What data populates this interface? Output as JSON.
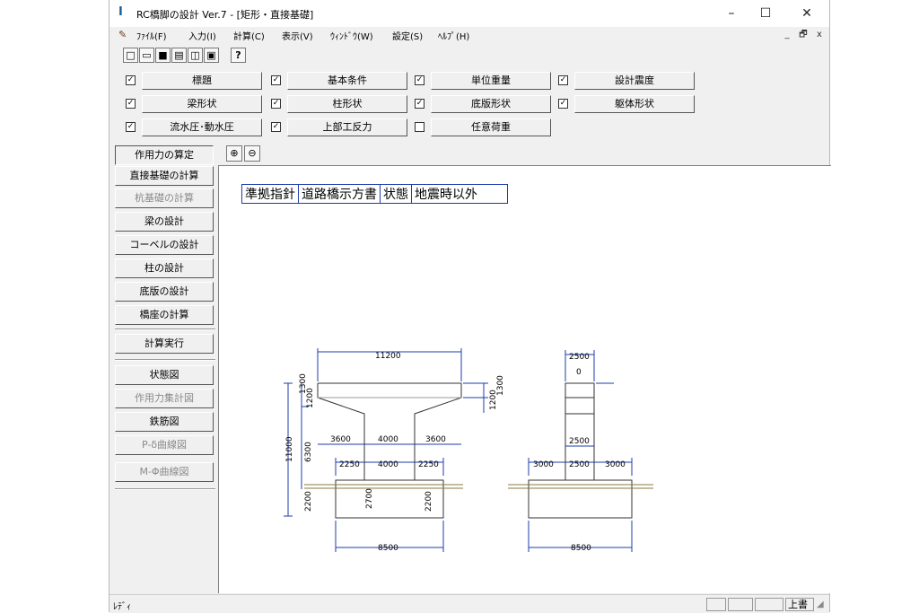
{
  "window": {
    "title": "RC橋脚の設計 Ver.7 - [矩形・直接基礎]",
    "minimize": "–",
    "maximize": "☐",
    "close": "✕"
  },
  "menu": {
    "items": [
      "ﾌｧｲﾙ(F)",
      "入力(I)",
      "計算(C)",
      "表示(V)",
      "ｳｨﾝﾄﾞｳ(W)",
      "設定(S)",
      "ﾍﾙﾌﾟ(H)"
    ],
    "mdi_min": "_",
    "mdi_restore": "🗗",
    "mdi_close": "x"
  },
  "toolbar": {
    "help": "?"
  },
  "grid": {
    "rows": [
      [
        {
          "label": "標題",
          "checked": true
        },
        {
          "label": "基本条件",
          "checked": true
        },
        {
          "label": "単位重量",
          "checked": true
        },
        {
          "label": "設計震度",
          "checked": true
        }
      ],
      [
        {
          "label": "梁形状",
          "checked": true
        },
        {
          "label": "柱形状",
          "checked": true
        },
        {
          "label": "底版形状",
          "checked": true
        },
        {
          "label": "躯体形状",
          "checked": true
        }
      ],
      [
        {
          "label": "流水圧･動水圧",
          "checked": true
        },
        {
          "label": "上部工反力",
          "checked": true
        },
        {
          "label": "任意荷重",
          "checked": false
        }
      ]
    ]
  },
  "left_panel": {
    "top_button": "作用力の算定",
    "buttons": [
      {
        "label": "直接基礎の計算",
        "disabled": false
      },
      {
        "label": "杭基礎の計算",
        "disabled": true
      },
      {
        "label": "梁の設計",
        "disabled": false
      },
      {
        "label": "コーベルの設計",
        "disabled": false
      },
      {
        "label": "柱の設計",
        "disabled": false
      },
      {
        "label": "底版の設計",
        "disabled": false
      },
      {
        "label": "橋座の計算",
        "disabled": false
      }
    ],
    "run": "計算実行",
    "views": [
      {
        "label": "状態図",
        "disabled": false
      },
      {
        "label": "作用力集計図",
        "disabled": true
      },
      {
        "label": "鉄筋図",
        "disabled": false
      },
      {
        "label": "P-δ曲線図",
        "disabled": true
      },
      {
        "label": "M-Φ曲線図",
        "disabled": true
      }
    ]
  },
  "info": {
    "k1": "準拠指針",
    "v1": "道路橋示方書",
    "k2": "状態",
    "v2": "地震時以外"
  },
  "drawing": {
    "d11200": "11200",
    "d1300a": "1300",
    "d1200a": "1200",
    "d1300b": "1300",
    "d1200b": "1200",
    "d11000": "11000",
    "d6300": "6300",
    "d3600a": "3600",
    "d4000a": "4000",
    "d3600b": "3600",
    "d2250a": "2250",
    "d4000b": "4000",
    "d2250b": "2250",
    "d2200a": "2200",
    "d2700": "2700",
    "d2200b": "2200",
    "d8500a": "8500",
    "s2500a": "2500",
    "s0": "0",
    "s2500b": "2500",
    "s3000a": "3000",
    "s2500c": "2500",
    "s3000b": "3000",
    "s8500": "8500"
  },
  "status": {
    "text": "ﾚﾃﾞｨ",
    "mode": "上書"
  },
  "colors": {
    "dim": "#1e3caa",
    "body": "#333333",
    "ground": "#8a7a3a"
  }
}
